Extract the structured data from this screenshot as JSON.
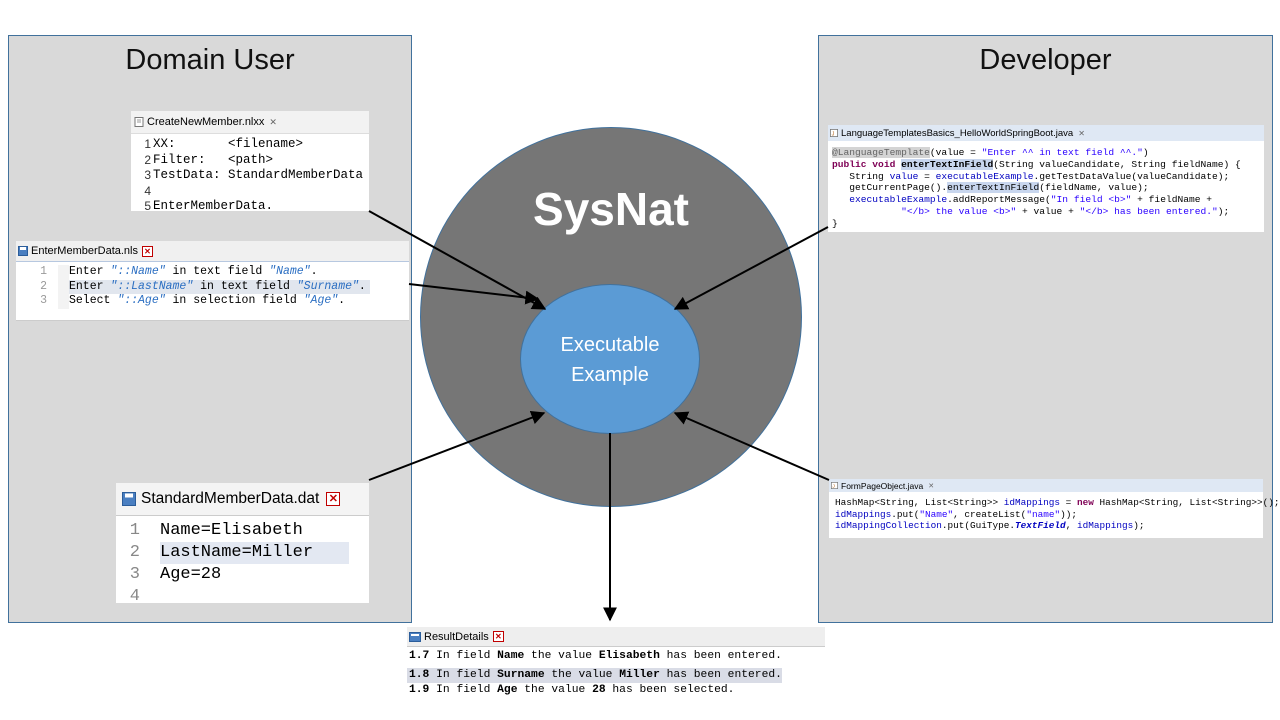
{
  "domain_user": {
    "title": "Domain User"
  },
  "developer": {
    "title": "Developer"
  },
  "center": {
    "title": "SysNat",
    "core": "Executable\nExample"
  },
  "windows": {
    "create_new_member": {
      "tab": "CreateNewMember.nlxx",
      "lines": [
        {
          "num": "1",
          "text": "XX:       <filename>"
        },
        {
          "num": "2",
          "text": "Filter:   <path>"
        },
        {
          "num": "3",
          "text": "TestData: StandardMemberData"
        },
        {
          "num": "4",
          "text": ""
        },
        {
          "num": "5",
          "text": "EnterMemberData."
        }
      ]
    },
    "enter_member_data": {
      "tab": "EnterMemberData.nls",
      "lines": [
        {
          "num": "1",
          "pre": "Enter ",
          "var": "\"::Name\"",
          "mid": " in text field ",
          "field": "\"Name\"",
          "post": "."
        },
        {
          "num": "2",
          "pre": "Enter ",
          "var": "\"::LastName\"",
          "mid": " in text field ",
          "field": "\"Surname\"",
          "post": "."
        },
        {
          "num": "3",
          "pre": "Select ",
          "var": "\"::Age\"",
          "mid": " in selection field ",
          "field": "\"Age\"",
          "post": "."
        }
      ]
    },
    "standard_member_data": {
      "tab": "StandardMemberData.dat",
      "lines": [
        {
          "num": "1",
          "text": "Name=Elisabeth"
        },
        {
          "num": "2",
          "text": "LastName=Miller"
        },
        {
          "num": "3",
          "text": "Age=28"
        },
        {
          "num": "4",
          "text": ""
        }
      ]
    },
    "language_templates": {
      "tab": "LanguageTemplatesBasics_HelloWorldSpringBoot.java",
      "l1_ann": "@LanguageTemplate",
      "l1_a": "(value = ",
      "l1_str": "\"Enter ^^ in text field ^^.\"",
      "l1_b": ")",
      "l2_kw": "public void ",
      "l2_method": "enterTextInField",
      "l2_rest": "(String valueCandidate, String fieldName) {",
      "l3_a": "   String ",
      "l3_var": "value",
      "l3_b": " = ",
      "l3_fld": "executableExample",
      "l3_c": ".getTestDataValue(valueCandidate);",
      "l4_a": "   getCurrentPage().",
      "l4_method": "enterTextInField",
      "l4_b": "(fieldName, value);",
      "l5_a": "   ",
      "l5_fld": "executableExample",
      "l5_b": ".addReportMessage(",
      "l5_str": "\"In field <b>\"",
      "l5_c": " + fieldName +",
      "l6_indent": "            ",
      "l6_str1": "\"</b> the value <b>\"",
      "l6_a": " + value + ",
      "l6_str2": "\"</b> has been entered.\"",
      "l6_b": ");",
      "l7": "}"
    },
    "form_page_object": {
      "tab": "FormPageObject.java",
      "l1_a": "HashMap<String, List<String>> ",
      "l1_fld": "idMappings",
      "l1_b": " = ",
      "l1_kw": "new",
      "l1_c": " HashMap<String, List<String>>();",
      "l2_fld": "idMappings",
      "l2_a": ".put(",
      "l2_str1": "\"Name\"",
      "l2_b": ", createList(",
      "l2_str2": "\"name\"",
      "l2_c": "));",
      "l3_fld": "idMappingCollection",
      "l3_a": ".put(GuiType.",
      "l3_it": "TextField",
      "l3_b": ", ",
      "l3_fld2": "idMappings",
      "l3_c": ");"
    },
    "result_details": {
      "tab": "ResultDetails",
      "lines": [
        {
          "num": "1.7",
          "a": " In field ",
          "field": "Name",
          "b": " the value ",
          "value": "Elisabeth",
          "c": " has been entered."
        },
        {
          "num": "1.8",
          "a": " In field ",
          "field": "Surname",
          "b": " the value ",
          "value": "Miller",
          "c": " has been entered."
        },
        {
          "num": "1.9",
          "a": " In field ",
          "field": "Age",
          "b": " the value ",
          "value": "28",
          "c": " has been selected."
        }
      ]
    }
  },
  "colors": {
    "panel_bg": "#d9d9d9",
    "panel_border": "#41719c",
    "outer_circle": "#767676",
    "inner_circle": "#5b9bd5",
    "highlight": "#c8d6ee"
  }
}
